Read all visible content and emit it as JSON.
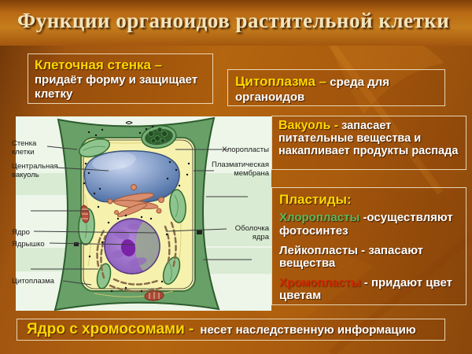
{
  "title": "Функции органоидов растительной клетки",
  "boxes": {
    "cell_wall": {
      "term": "Клеточная стенка –",
      "desc": "придаёт форму и защищает клетку"
    },
    "cytoplasm": {
      "term": "Цитоплазма –",
      "desc": "среда для органоидов"
    },
    "vacuole": {
      "term": "Вакуоль -",
      "desc": "запасает питательные вещества и накапливает продукты распада"
    },
    "plastids": {
      "heading": "Пластиды:",
      "items": [
        {
          "term": "Хлоропласты",
          "desc": "-осуществляют фотосинтез",
          "color": "#5cb85c"
        },
        {
          "term": "Лейкопласты",
          "desc": "- запасают вещества",
          "color": "#ffffff"
        },
        {
          "term": "Хромопласты",
          "desc": "- придают цвет цветам",
          "color": "#cc2b00"
        }
      ]
    },
    "nucleus": {
      "term": "Ядро с хромосомами -",
      "desc": "несет наследственную информацию"
    }
  },
  "diagram": {
    "left_labels": [
      {
        "lines": [
          "Стенка",
          "клетки"
        ]
      },
      {
        "lines": [
          "Центральная",
          "вакуоль"
        ]
      },
      {
        "lines": [
          "Ядро"
        ]
      },
      {
        "lines": [
          "Ядрышко"
        ]
      },
      {
        "lines": [
          "Цитоплазма"
        ]
      }
    ],
    "right_labels": [
      {
        "lines": [
          "Хлоропласты"
        ]
      },
      {
        "lines": [
          "Плазматическая",
          "мембрана"
        ]
      },
      {
        "lines": [
          "Оболочка",
          "ядра"
        ]
      }
    ]
  },
  "palette": {
    "background_orange": "#b4650f",
    "title_cream": "#f2e4bc",
    "accent_yellow": "#ffd800",
    "chloroplast_green": "#5cb85c",
    "chromoplast_red": "#cc2b00",
    "box_border": "#f2e4c6",
    "diagram_bg": "#edf6e9",
    "diagram_stripe": "#d9ebd3"
  }
}
